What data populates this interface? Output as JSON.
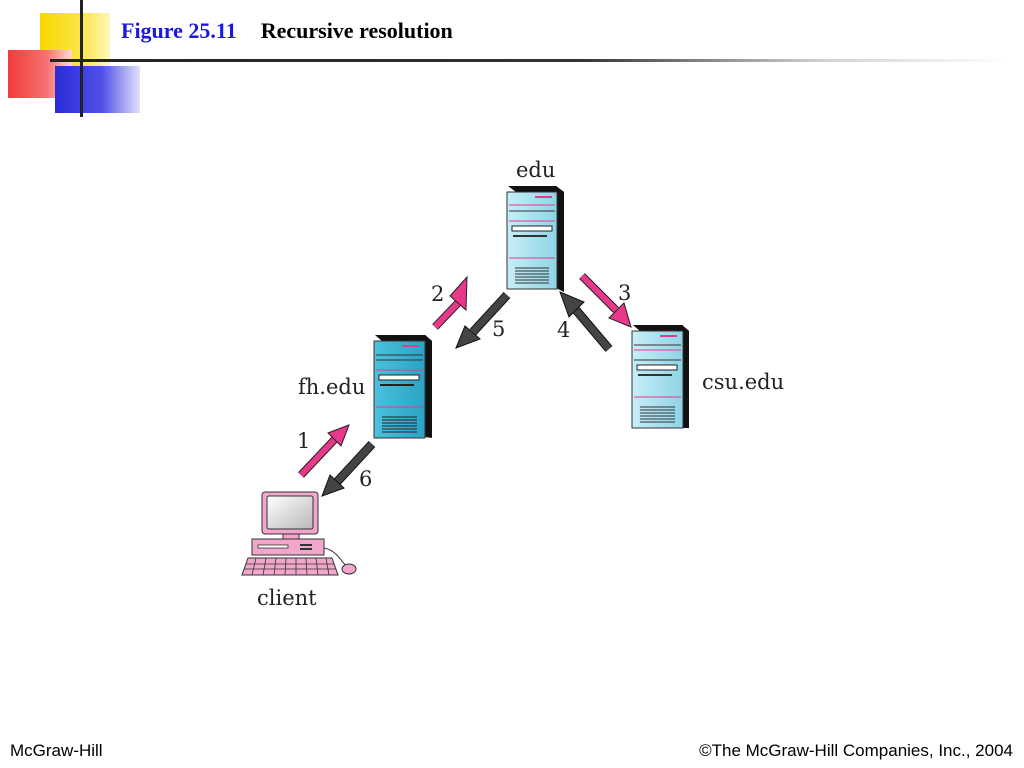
{
  "slide": {
    "figure_number": "Figure 25.11",
    "figure_title": "Recursive resolution"
  },
  "diagram": {
    "nodes": {
      "root": "edu",
      "local": "fh.edu",
      "remote": "csu.edu",
      "client": "client"
    },
    "steps": [
      "1",
      "2",
      "3",
      "4",
      "5",
      "6"
    ]
  },
  "footer": {
    "left": "McGraw-Hill",
    "right": "©The McGraw-Hill Companies, Inc., 2004"
  },
  "colors": {
    "request_arrow": "#e8388a",
    "response_arrow": "#3c3c3c",
    "server_body": "#9fdcec",
    "server_body_local": "#3db3d3",
    "client_pink": "#f2a6cc",
    "title_blue": "#1a1adb"
  }
}
